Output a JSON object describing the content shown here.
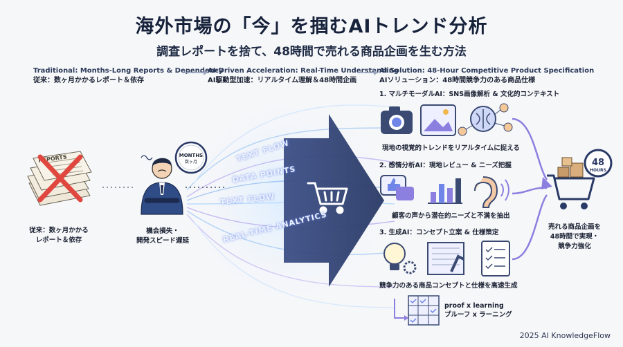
{
  "header": {
    "title": "海外市場の「今」を掴むAIトレンド分析",
    "subtitle": "調査レポートを捨て、48時間で売れる商品企画を生む方法"
  },
  "columns": {
    "traditional": {
      "en": "Traditional: Months-Long Reports & Dependency",
      "jp": "従来：数ヶ月かかるレポート＆依存"
    },
    "ai": {
      "en": "AI-Driven Acceleration: Real-Time Understanding",
      "jp": "AI駆動型加速：リアルタイム理解＆48時間企画"
    },
    "solution": {
      "en": "AI Solution: 48-Hour Competitive Product Specification",
      "jp": "AIソリューション：48時間競争力のある商品仕様"
    }
  },
  "left": {
    "reports_label": "REPORTS",
    "reports_caption": [
      "従来：数ヶ月かかる",
      "レポート＆依存"
    ],
    "clock_label": "MONTHS",
    "clock_sub": "数ヶ月",
    "person_caption": [
      "機会損失・",
      "開発スピード遅延"
    ]
  },
  "flow": {
    "labels": [
      "TEXT FLOW",
      "DATA POINTS",
      "TEXT FLOW",
      "REAL-TIME ANALYTICS"
    ]
  },
  "steps": [
    {
      "title": "1. マルチモーダルAI：SNS画像解析 & 文化的コンテキスト",
      "caption": "現地の視覚的トレンドをリアルタイムに捉える"
    },
    {
      "title": "2. 感情分析AI：現地レビュー & ニーズ把握",
      "caption": "顧客の声から潜在的ニーズと不満を抽出"
    },
    {
      "title": "3. 生成AI：コンセプト立案 & 仕様策定",
      "caption": "競争力のある商品コンセプトと仕様を高速生成"
    }
  ],
  "proof": {
    "en": "proof x learning",
    "jp": "プルーフ x ラーニング"
  },
  "result": {
    "badge_number": "48",
    "badge_unit": "HOURS",
    "caption": [
      "売れる商品企画を",
      "48時間で実現・",
      "競争力強化"
    ]
  },
  "colors": {
    "navy": "#2a3a66",
    "accent_blue": "#6f86e8",
    "accent_purple": "#8b7fe0",
    "red_x": "#e0473f",
    "flow_light": "#9ec6f5"
  },
  "footer": {
    "brand": "2025 AI KnowledgeFlow"
  }
}
